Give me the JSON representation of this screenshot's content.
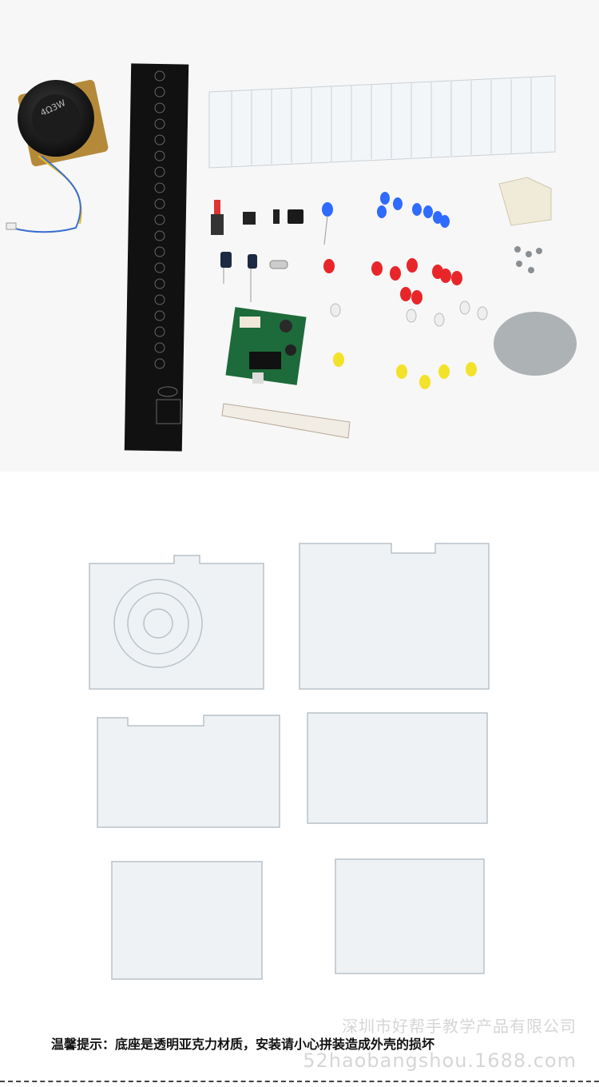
{
  "caption": "温馨提示：底座是透明亚克力材质，安装请小心拼装造成外壳的损坏",
  "watermark": {
    "company": "深圳市好帮手教学产品有限公司",
    "site": "52haobangshou.1688.com"
  },
  "speaker_label": "4Ω3W",
  "colors": {
    "pcb": "#111111",
    "led_blue": "#2f6bff",
    "led_red": "#e8262a",
    "led_yellow": "#f3e22a",
    "board_green": "#1d6b3a",
    "acrylic": "#e9eef2"
  }
}
